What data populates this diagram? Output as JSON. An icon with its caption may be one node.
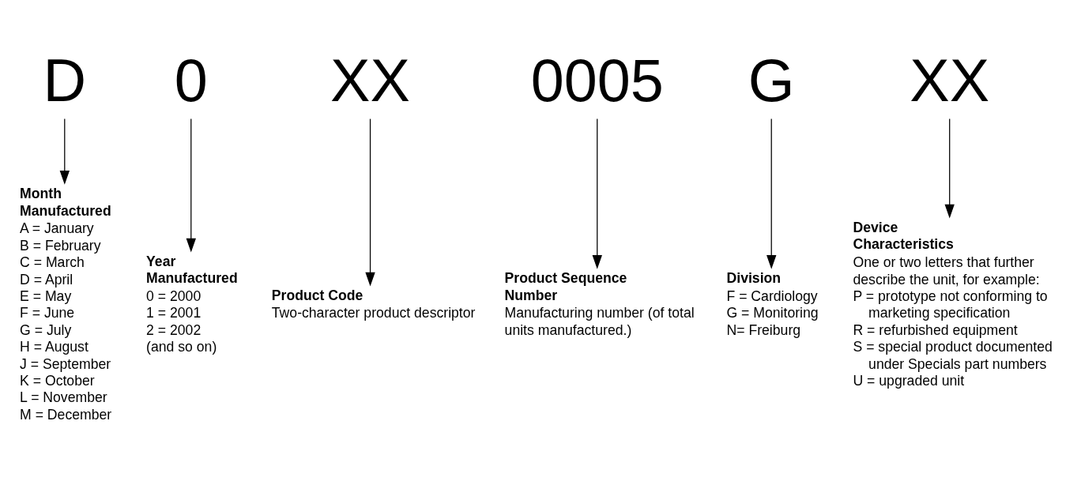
{
  "diagram": {
    "nodes": [
      {
        "text": [
          "D"
        ]
      },
      {
        "text": [
          "0"
        ]
      },
      {
        "text": [
          "XX"
        ]
      },
      {
        "text": [
          "0005"
        ]
      },
      {
        "text": [
          "G"
        ]
      },
      {
        "text": [
          "XX"
        ]
      },
      {
        "text": [
          "Month Manufactured",
          "A = January",
          "B = February",
          "C = March",
          "D = April",
          "E = May",
          "F = June",
          "G = July",
          "H = August",
          "J = September",
          "K = October",
          "L = November",
          "M = December"
        ]
      },
      {
        "text": [
          "Year Manufactured",
          "0 = 2000",
          "1 = 2001",
          "2 = 2002",
          "(and so on)"
        ]
      },
      {
        "text": [
          "Product Code",
          "Two-character product descriptor"
        ]
      },
      {
        "text": [
          "Product Sequence Number",
          "Manufacturing number (of total units manufactured.)"
        ]
      },
      {
        "text": [
          "Division",
          "F = Cardiology",
          "G = Monitoring",
          "N= Freiburg"
        ]
      },
      {
        "text": [
          "Device Characteristics",
          "One or two letters that further describe the unit, for example:",
          "P = prototype not conforming to marketing specification",
          "R = refurbished equipment",
          "S = special product documented under Specials part numbers",
          "U = upgraded unit"
        ]
      }
    ],
    "edges": [
      {
        "from": 0,
        "to": 6,
        "arrow": "to"
      },
      {
        "from": 1,
        "to": 7,
        "arrow": "to"
      },
      {
        "from": 2,
        "to": 8,
        "arrow": "to"
      },
      {
        "from": 3,
        "to": 9,
        "arrow": "to"
      },
      {
        "from": 4,
        "to": 10,
        "arrow": "to"
      },
      {
        "from": 5,
        "to": 11,
        "arrow": "to"
      }
    ]
  }
}
